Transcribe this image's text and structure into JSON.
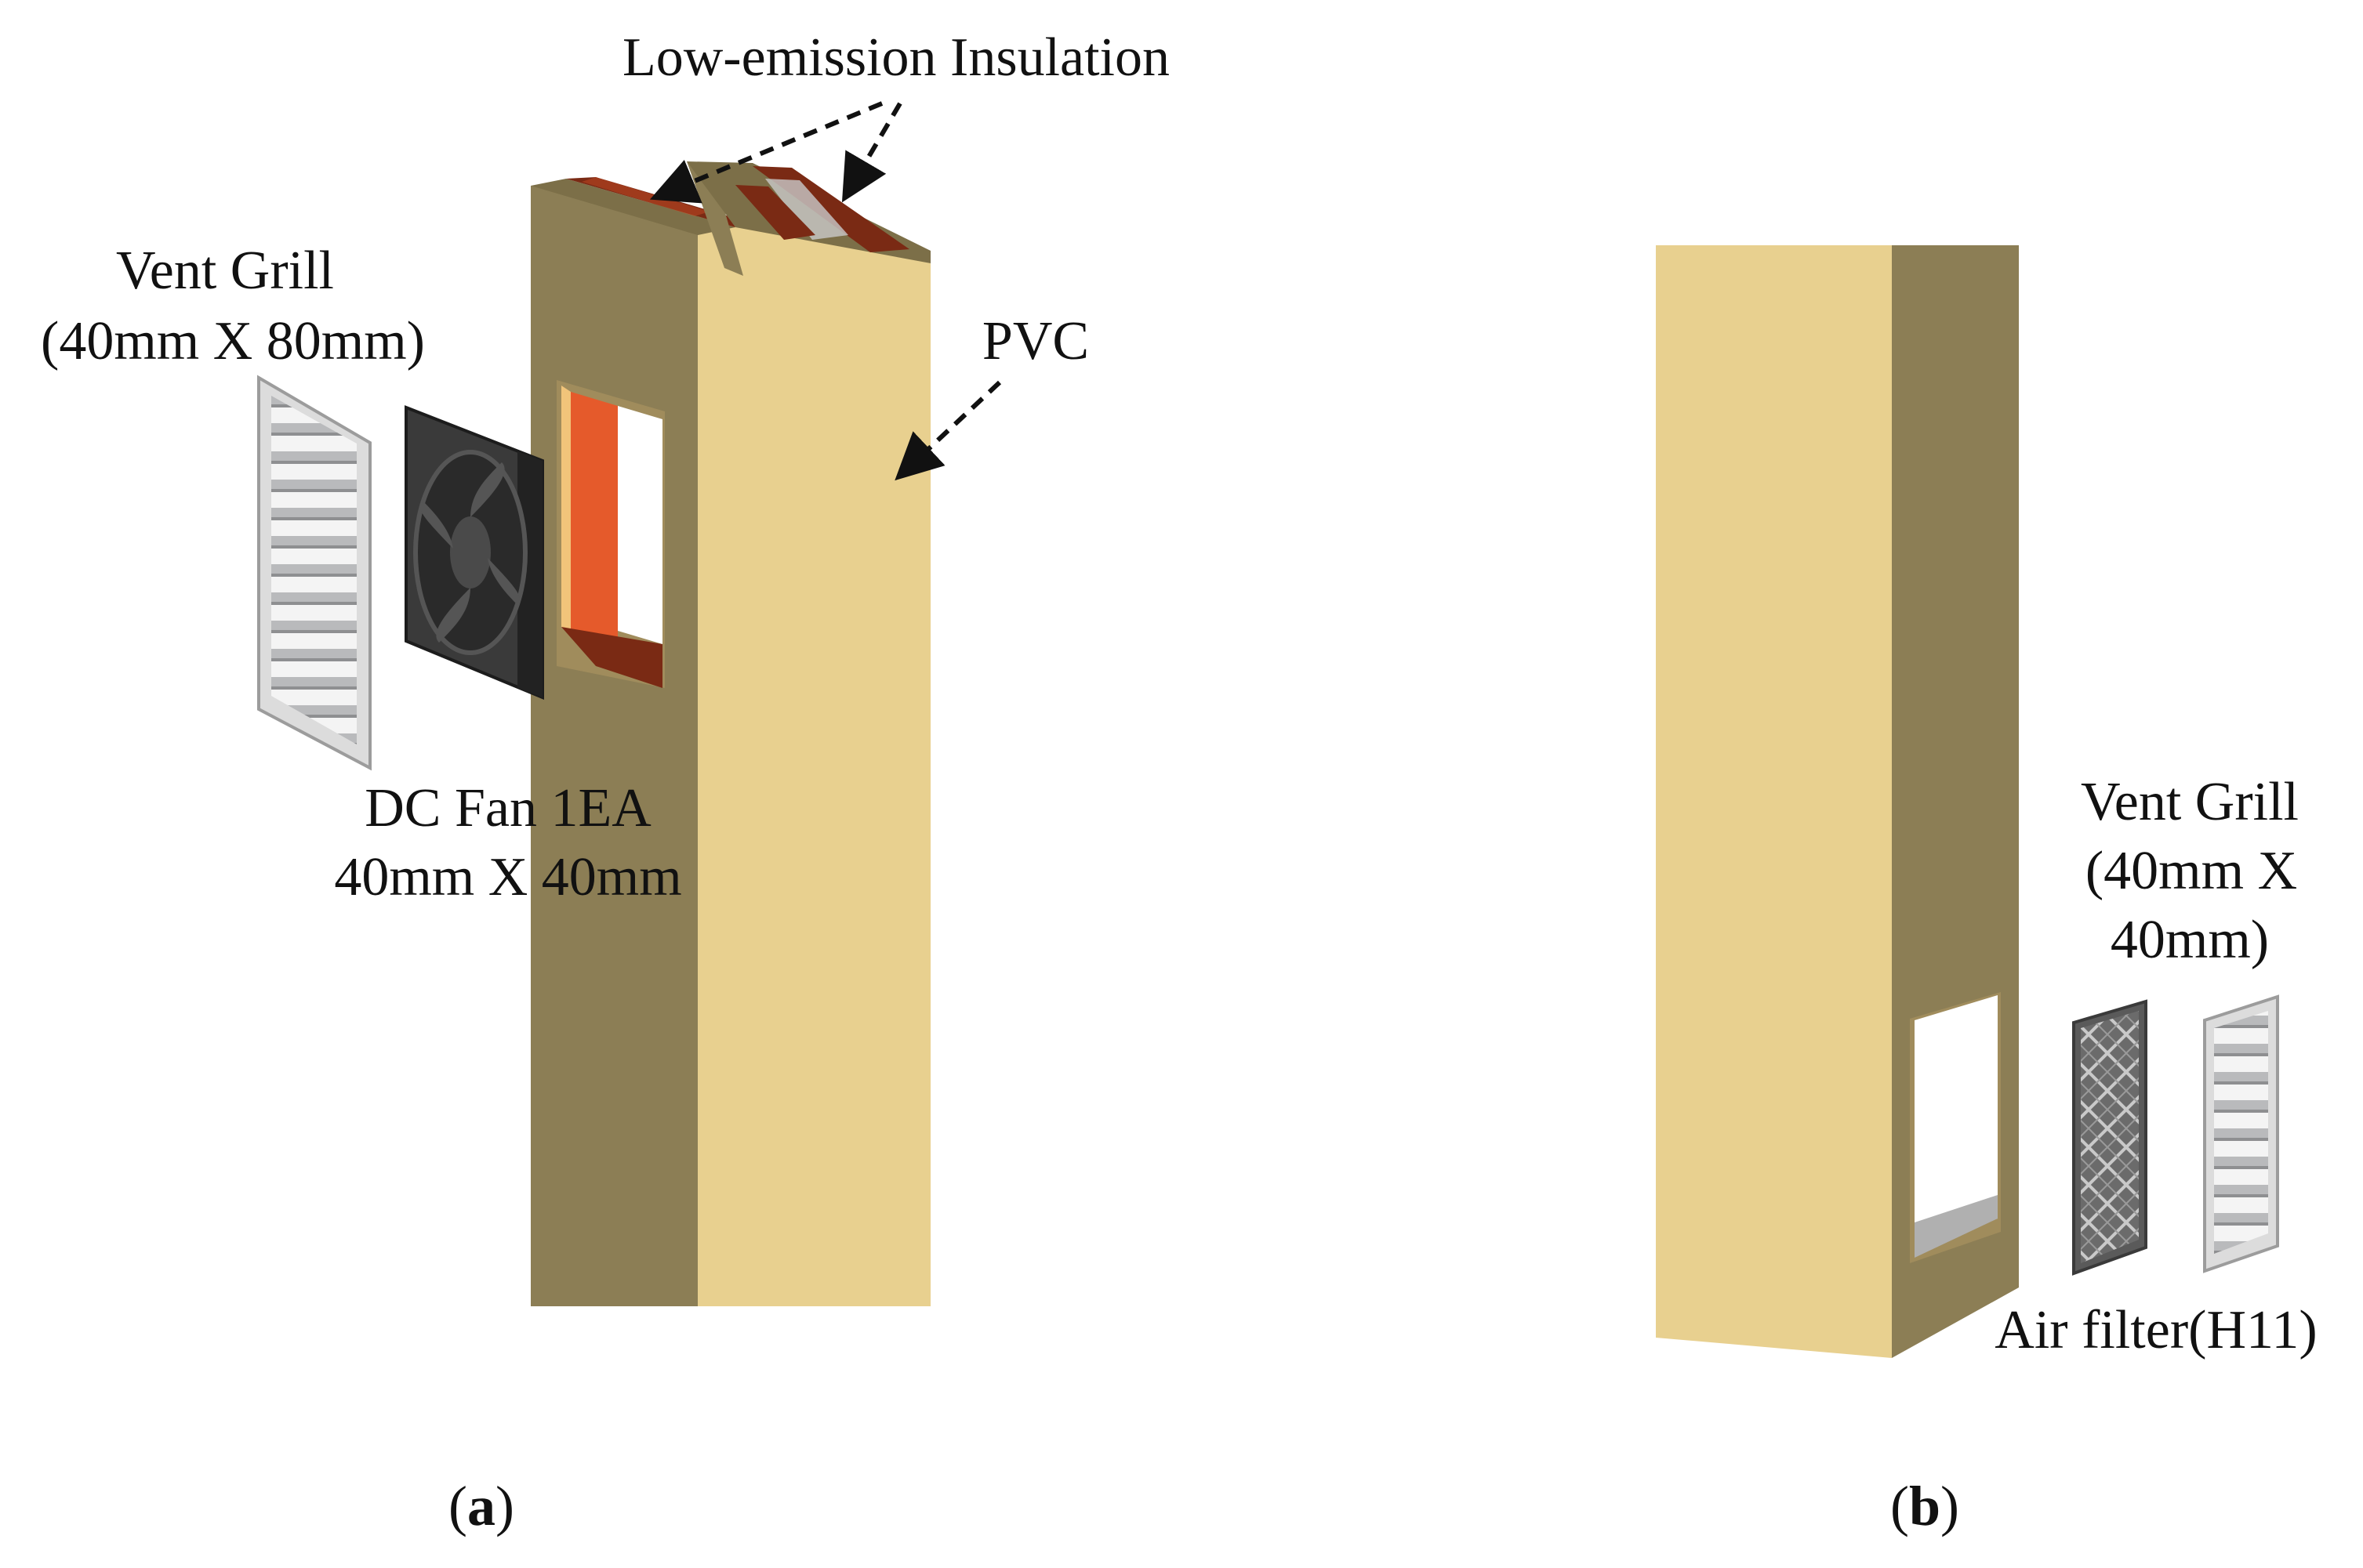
{
  "panel_a": {
    "insulation_label": "Low-emission Insulation",
    "pvc_label": "PVC",
    "vent_grill_label": [
      "Vent Grill",
      "(40mm X 80mm)"
    ],
    "fan_label": [
      "DC Fan 1EA",
      "40mm X 40mm"
    ],
    "caption_open": "(",
    "caption_letter": "a",
    "caption_close": ")"
  },
  "panel_b": {
    "vent_grill_label": [
      "Vent Grill",
      "(40mm X",
      "40mm)"
    ],
    "filter_label": "Air filter(H11)",
    "caption_open": "(",
    "caption_letter": "b",
    "caption_close": ")"
  },
  "colors": {
    "pvc_light": "#e8d08f",
    "pvc_dark": "#8c7e55",
    "insulation": "#7a2a14",
    "insulation_orange": "#e55a2b",
    "fan": "#333333",
    "grill": "#cfd0d2",
    "filter": "#8a8a8a"
  },
  "icons": {
    "fan": "axial-fan-icon",
    "grill": "louvered-grill-icon",
    "filter": "mesh-filter-icon"
  }
}
